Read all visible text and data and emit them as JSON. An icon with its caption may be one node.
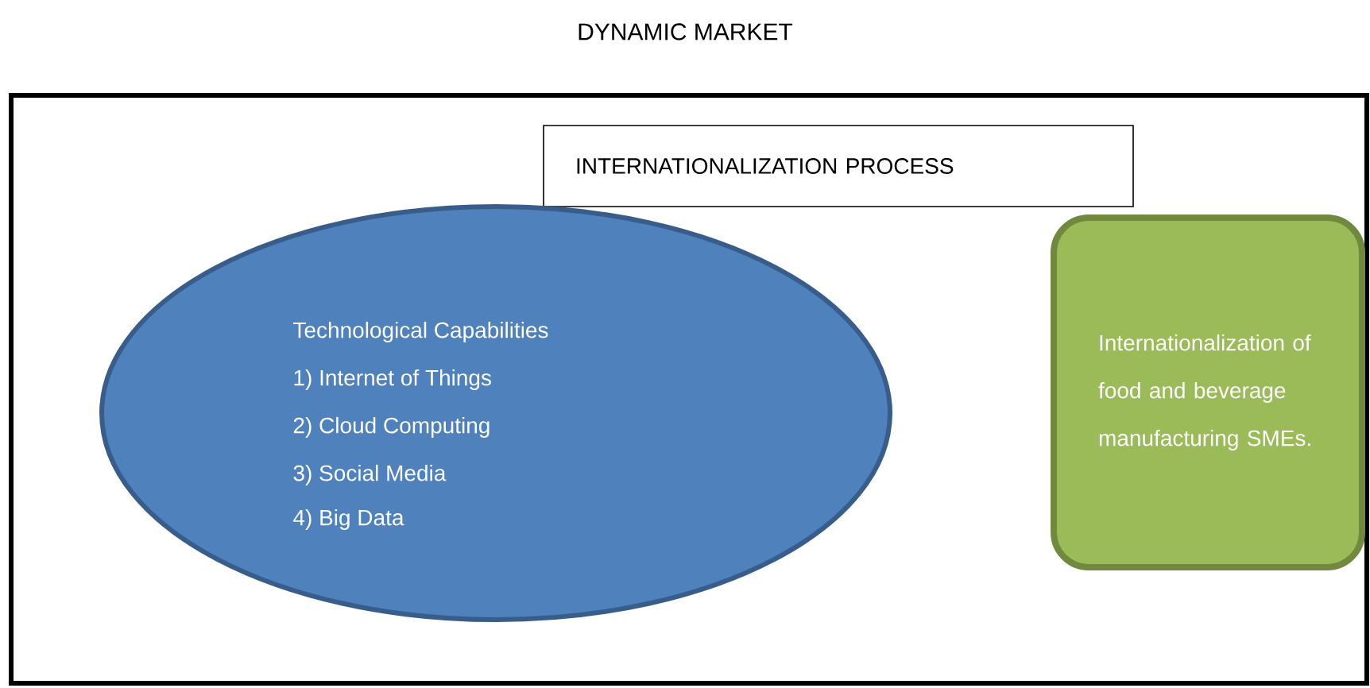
{
  "diagram": {
    "nodes": [
      {
        "text": [
          "DYNAMIC MARKET"
        ]
      },
      {
        "text": [
          "INTERNATIONALIZATION PROCESS"
        ],
        "in": 0
      },
      {
        "text": [
          "Technological Capabilities",
          "1) Internet of Things",
          "2) Cloud Computing",
          "3) Social Media",
          "4) Big Data"
        ],
        "in": 0
      },
      {
        "text": [
          "Internationalization of food and beverage manufacturing SMEs."
        ],
        "in": 0
      }
    ]
  }
}
